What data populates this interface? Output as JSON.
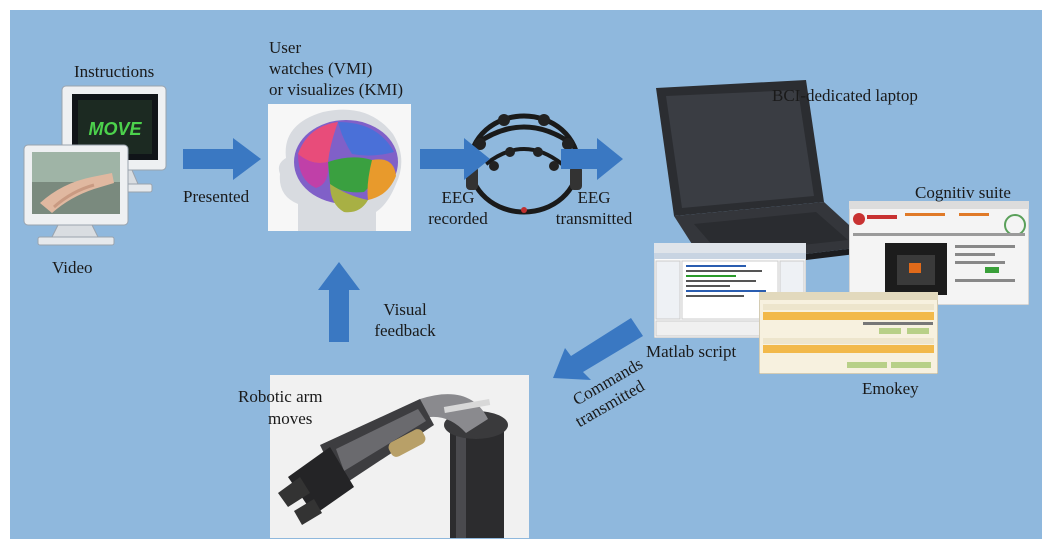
{
  "labels": {
    "instructions": "Instructions",
    "move_text": "MOVE",
    "video": "Video",
    "presented": "Presented",
    "user_line1": "User",
    "user_line2": "watches (VMI)",
    "user_line3": "or visualizes (KMI)",
    "eeg_recorded_line1": "EEG",
    "eeg_recorded_line2": "recorded",
    "eeg_transmitted_line1": "EEG",
    "eeg_transmitted_line2": "transmitted",
    "laptop": "BCI-dedicated laptop",
    "cognitiv": "Cognitiv suite",
    "matlab": "Matlab script",
    "emokey": "Emokey",
    "commands_line1": "Commands",
    "commands_line2": "transmitted",
    "visual_line1": "Visual",
    "visual_line2": "feedback",
    "robotic_line1": "Robotic arm",
    "robotic_line2": "moves"
  },
  "colors": {
    "background": "#8fb8dd",
    "arrow": "#3a78c2",
    "move_text": "#4cd24c"
  }
}
